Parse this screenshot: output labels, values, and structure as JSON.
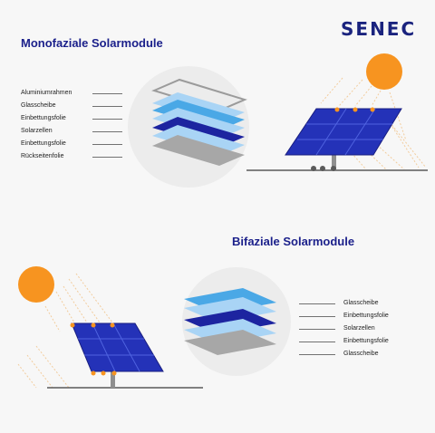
{
  "brand": {
    "name": "SENEC"
  },
  "monofacial": {
    "title": "Monofaziale Solarmodule",
    "layers": [
      "Aluminiumrahmen",
      "Glasscheibe",
      "Einbettungsfolie",
      "Solarzellen",
      "Einbettungsfolie",
      "Rückseitenfolie"
    ]
  },
  "bifacial": {
    "title": "Bifaziale Solarmodule",
    "layers": [
      "Glasscheibe",
      "Einbettungsfolie",
      "Solarzellen",
      "Einbettungsfolie",
      "Glasscheibe"
    ]
  },
  "colors": {
    "brand_navy": "#1a237e",
    "title_blue": "#1a1f8a",
    "panel_blue": "#2432b8",
    "sun_orange": "#f79420",
    "layer_light": "#a9d4f5",
    "layer_mid": "#4aa8e6",
    "layer_dark": "#1d24a0",
    "layer_grey": "#a7a7a7"
  }
}
